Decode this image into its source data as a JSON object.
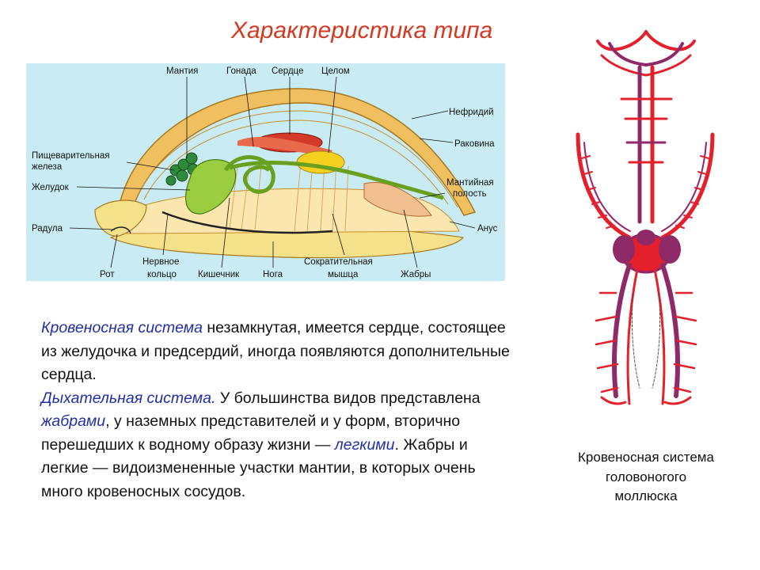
{
  "title": "Характеристика типа",
  "diagram_labels": {
    "mantle": "Мантия",
    "gonad": "Гонада",
    "heart": "Сердце",
    "coelom": "Целом",
    "nephridium": "Нефридий",
    "shell": "Раковина",
    "digestive_gland_1": "Пищеварительная",
    "digestive_gland_2": "железа",
    "stomach": "Желудок",
    "mantle_cavity_1": "Мантийная",
    "mantle_cavity_2": "полость",
    "radula": "Радула",
    "anus": "Анус",
    "mouth": "Рот",
    "nerve_ring_1": "Нервное",
    "nerve_ring_2": "кольцо",
    "intestine": "Кишечник",
    "foot": "Нога",
    "contractile_muscle_1": "Сократительная",
    "contractile_muscle_2": "мышца",
    "gills": "Жабры"
  },
  "text": {
    "circ_term": "Кровеносная система",
    "circ_rest": " незамкнутая, имеется сердце, состоящее из желудочка и предсердий, иногда появляются дополнительные сердца.",
    "resp_term": "Дыхательная система.",
    "resp_part1": " У большинства видов представлена ",
    "gills_term": "жабрами",
    "resp_part2": ", у наземных представителей и у форм, вторично перешедших к водному образу жизни — ",
    "lungs_term": "легкими",
    "resp_part3": ". Жабры и легкие — видоизмененные участки мантии, в которых очень много кровеносных сосудов."
  },
  "caption": {
    "line1": "Кровеносная система",
    "line2": "головоногого",
    "line3": "моллюска"
  },
  "colors": {
    "title": "#d5381f",
    "highlight": "#1f2fa8",
    "artery": "#e3202c",
    "vein": "#8e2a68",
    "diagram_bg": "#c9ecf4",
    "shell": "#f0c060"
  }
}
